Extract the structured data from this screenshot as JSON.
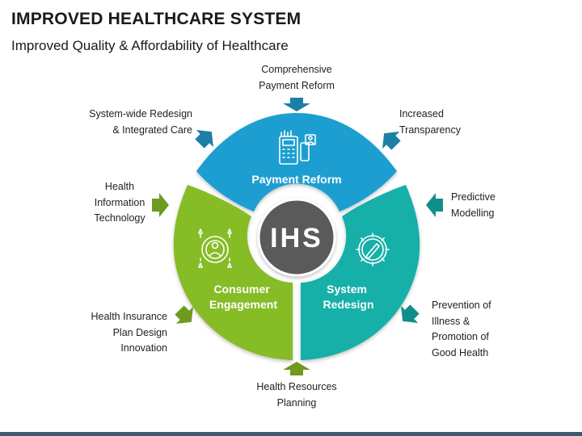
{
  "header": {
    "title": "IMPROVED HEALTHCARE SYSTEM",
    "subtitle": "Improved Quality & Affordability of Healthcare"
  },
  "center": {
    "label": "IHS",
    "color": "#5a5a5a"
  },
  "segments": {
    "payment": {
      "label": "Payment Reform",
      "color": "#1a9fd0",
      "icon": "payment-terminal-icon"
    },
    "consumer": {
      "label": "Consumer\nEngagement",
      "color": "#86bc25",
      "icon": "person-target-icon"
    },
    "system": {
      "label": "System\nRedesign",
      "color": "#12b0a9",
      "icon": "gear-pencil-icon"
    }
  },
  "labels": {
    "comprehensive": "Comprehensive\nPayment Reform",
    "system_wide": "System-wide Redesign\n& Integrated Care",
    "transparency": "Increased\nTransparency",
    "hit": "Health\nInformation\nTechnology",
    "predictive": "Predictive\nModelling",
    "insurance": "Health Insurance\nPlan Design\nInnovation",
    "prevention": "Prevention of\nIllness &\nPromotion of\nGood Health",
    "resources": "Health Resources\nPlanning"
  },
  "colors": {
    "arrow_blue": "#1d7fa6",
    "arrow_green": "#6f9a1f",
    "arrow_teal": "#0f8f8a",
    "bottom_bar": "#3d5a6c"
  }
}
